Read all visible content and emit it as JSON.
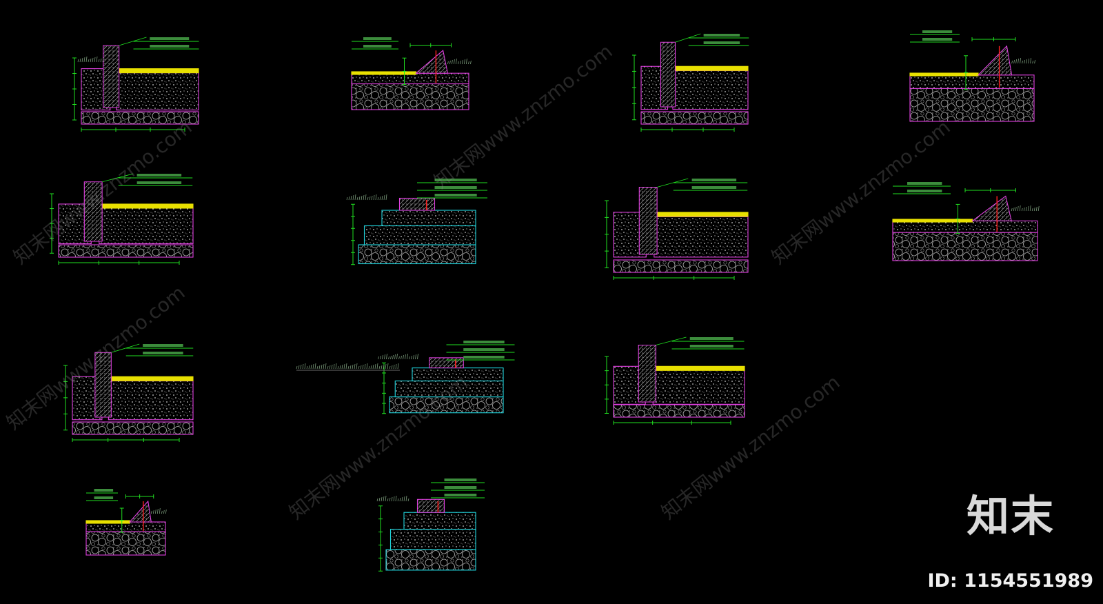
{
  "colors": {
    "background": "#000000",
    "dimension": "#20e020",
    "section": "#e040e0",
    "gravel": "#c8c8c8",
    "surface": "#e8e000",
    "sub": "#20d8e0",
    "marker": "#ff2020",
    "grass": "#7a9a7a"
  },
  "watermark": {
    "logo_text": "知末",
    "id_text": "ID: 1154551989",
    "diagonal_text": "知末网www.znzmo.com"
  }
}
